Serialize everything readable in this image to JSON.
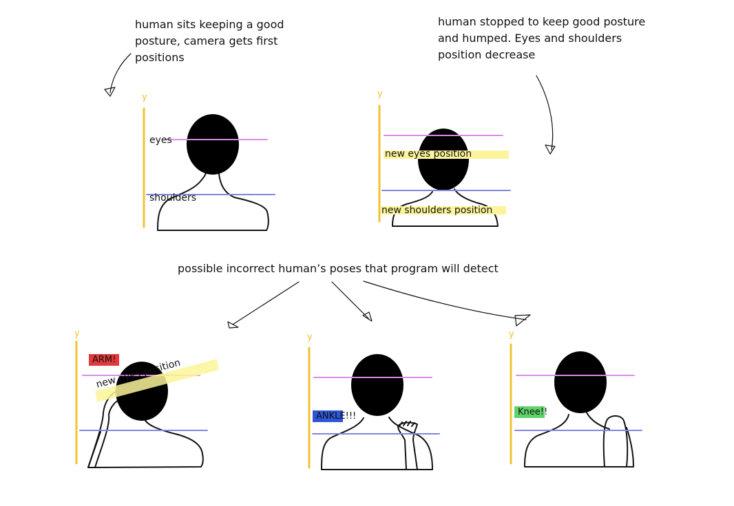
{
  "captions": {
    "good_posture": "human sits keeping a good posture, camera gets first positions",
    "humped": "human stopped to keep good posture and humped. Eyes and shoulders position decrease",
    "incorrect": "possible incorrect human’s poses that program will detect"
  },
  "axis_label": "y",
  "labels": {
    "eyes": "eyes",
    "shoulders": "shoulders",
    "new_eyes": "new eyes position",
    "new_shoulders": "new shoulders position",
    "new_eyes_tilted": "new eyes position"
  },
  "tags": {
    "arm": "ARM!",
    "ankle_boxed": "ANKLE",
    "ankle_tail": "!!!",
    "knee_boxed": "Knee",
    "knee_tail": "!!"
  },
  "colors": {
    "axis": "#f1c232",
    "eyes_line": "#d98be8",
    "shoulders_line": "#7d86e0",
    "highlight": "#fbf49a",
    "arm_tag": "#e03a3a",
    "ankle_tag": "#2f56d8",
    "knee_tag": "#5fd36a"
  }
}
